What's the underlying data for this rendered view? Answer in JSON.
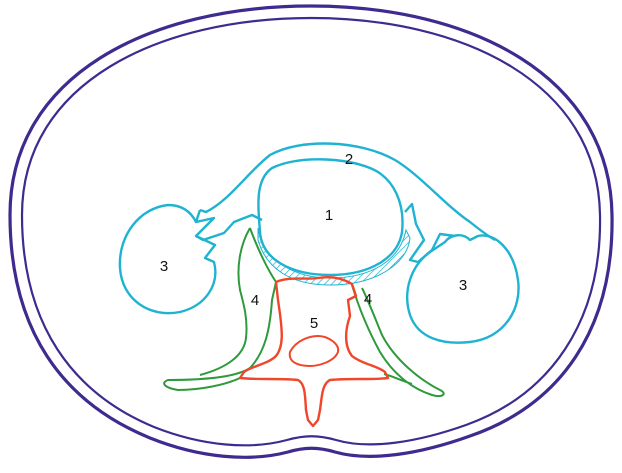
{
  "colors": {
    "body_outline": "#3f2a8f",
    "structure_2_and_3": "#1fb3d1",
    "hatch": "#1fb3d1",
    "structure_4": "#2e9a3c",
    "structure_5": "#f0462a",
    "label": "#111111"
  },
  "labels": {
    "l1": "1",
    "l2": "2",
    "l3_left": "3",
    "l3_right": "3",
    "l4_left": "4",
    "l4_right": "4",
    "l5": "5"
  }
}
